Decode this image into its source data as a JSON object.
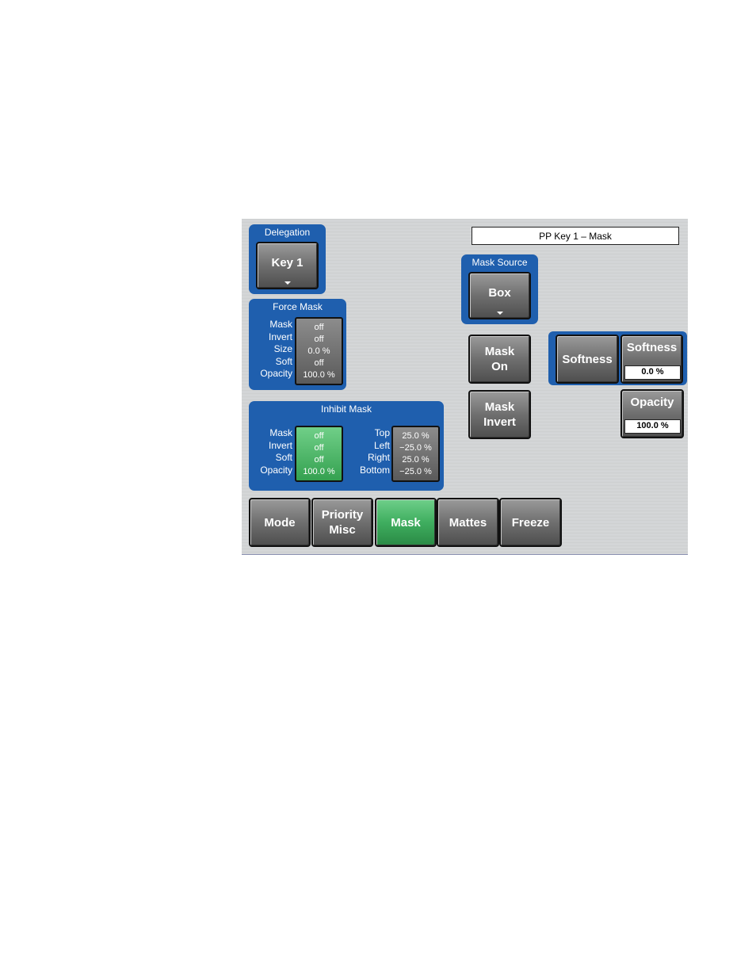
{
  "title": "PP Key 1 – Mask",
  "delegation": {
    "label": "Delegation",
    "button": "Key 1"
  },
  "mask_source": {
    "label": "Mask Source",
    "button": "Box"
  },
  "force_mask": {
    "label": "Force Mask",
    "rows": [
      {
        "name": "Mask",
        "value": "off"
      },
      {
        "name": "Invert",
        "value": "off"
      },
      {
        "name": "Size",
        "value": "0.0 %"
      },
      {
        "name": "Soft",
        "value": "off"
      },
      {
        "name": "Opacity",
        "value": "100.0 %"
      }
    ]
  },
  "inhibit_mask": {
    "label": "Inhibit Mask",
    "left_rows": [
      {
        "name": "Mask",
        "value": "off"
      },
      {
        "name": "Invert",
        "value": "off"
      },
      {
        "name": "Soft",
        "value": "off"
      },
      {
        "name": "Opacity",
        "value": "100.0 %"
      }
    ],
    "right_rows": [
      {
        "name": "Top",
        "value": "25.0 %"
      },
      {
        "name": "Left",
        "value": "−25.0 %"
      },
      {
        "name": "Right",
        "value": "25.0 %"
      },
      {
        "name": "Bottom",
        "value": "−25.0 %"
      }
    ]
  },
  "mask_on": "Mask On",
  "mask_invert": "Mask Invert",
  "softness": {
    "button": "Softness",
    "field_label": "Softness",
    "field_value": "0.0 %"
  },
  "opacity": {
    "label": "Opacity",
    "value": "100.0 %"
  },
  "tabs": [
    {
      "label": "Mode",
      "active": false
    },
    {
      "label": "Priority Misc",
      "active": false
    },
    {
      "label": "Mask",
      "active": true
    },
    {
      "label": "Mattes",
      "active": false
    },
    {
      "label": "Freeze",
      "active": false
    }
  ],
  "colors": {
    "group_blue": "#1f5fae",
    "active_green": "#3fae5f"
  }
}
